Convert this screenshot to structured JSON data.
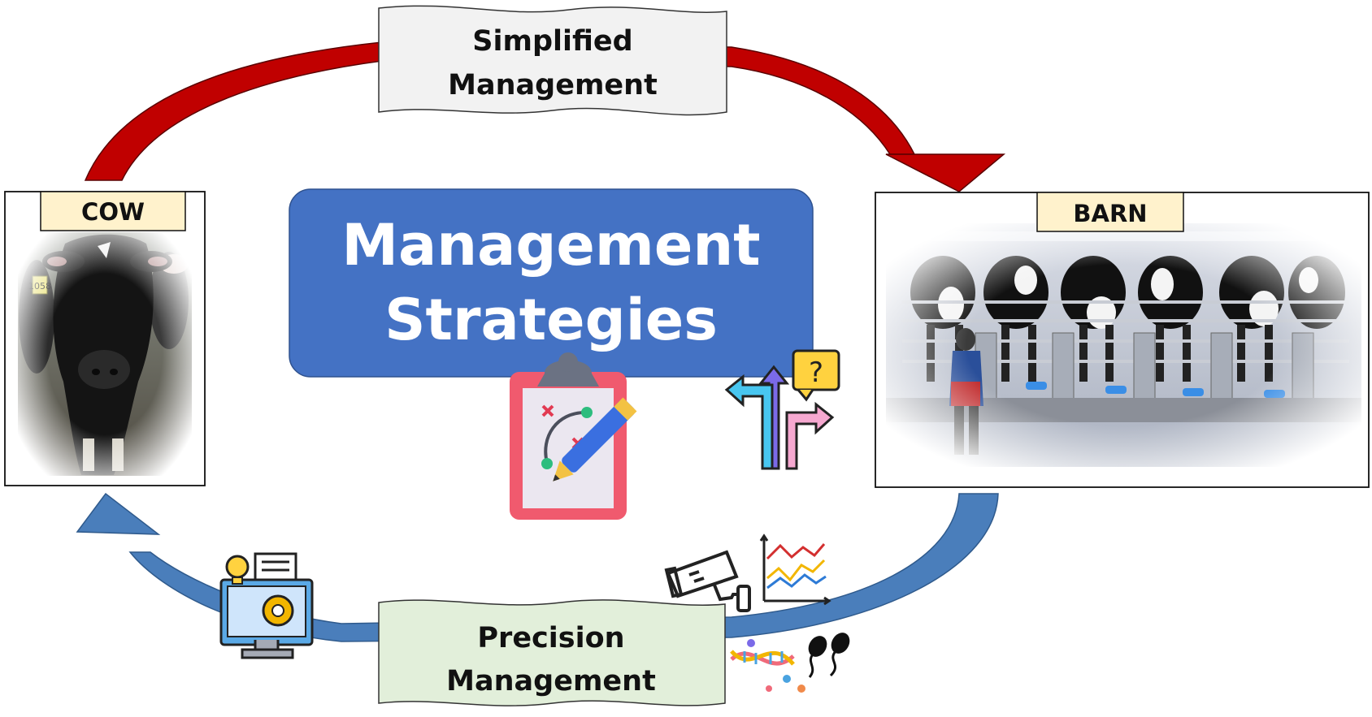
{
  "title": {
    "line1": "Management",
    "line2": "Strategies",
    "fill": "#4472C4"
  },
  "cow": {
    "label": "COW",
    "ear_tag": "1058"
  },
  "barn": {
    "label": "BARN"
  },
  "simplified": {
    "line1": "Simplified",
    "line2": "Management",
    "banner_fill": "#F2F2F2",
    "arrow_color": "#C00000"
  },
  "precision": {
    "line1": "Precision",
    "line2": "Management",
    "banner_fill": "#E2EFDA",
    "arrow_color": "#4A7EBB"
  },
  "label_box_fill": "#FFF2CC",
  "icons": {
    "center": [
      "strategy-clipboard-icon",
      "crossroads-question-icon"
    ],
    "precision": [
      "security-camera-icon",
      "line-chart-icon",
      "computer-gear-icon",
      "dna-icon",
      "sperm-icon"
    ]
  }
}
